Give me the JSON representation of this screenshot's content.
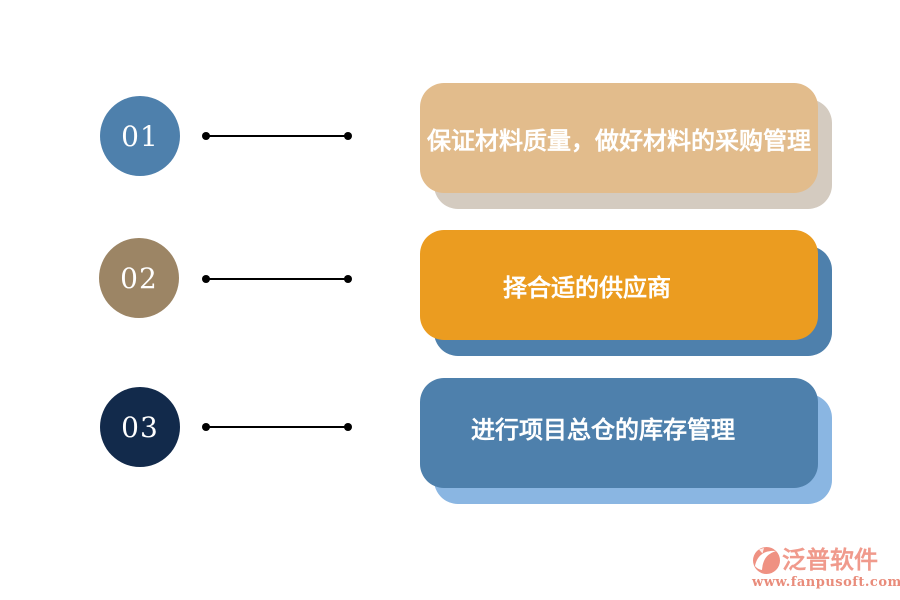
{
  "page": {
    "background": "#ffffff",
    "connector_color": "#000000"
  },
  "steps": [
    {
      "number": "01",
      "label": "保证材料质量，做好材料的采购管理",
      "circle_color": "#4e80ac",
      "card_color": "#e2bc8c",
      "shadow_color": "#d4cbc0"
    },
    {
      "number": "02",
      "label": "择合适的供应商",
      "circle_color": "#9c8565",
      "card_color": "#eb9c20",
      "shadow_color": "#4e80ac"
    },
    {
      "number": "03",
      "label": "进行项目总仓的库存管理",
      "circle_color": "#122a4b",
      "card_color": "#4e80ac",
      "shadow_color": "#8ab6e2"
    }
  ],
  "watermark": {
    "brand": "泛普软件",
    "url": "www.fanpusoft.com",
    "brand_color": "#f09a8c",
    "url_color": "#e98c7b",
    "icon_color": "#ef9182"
  }
}
